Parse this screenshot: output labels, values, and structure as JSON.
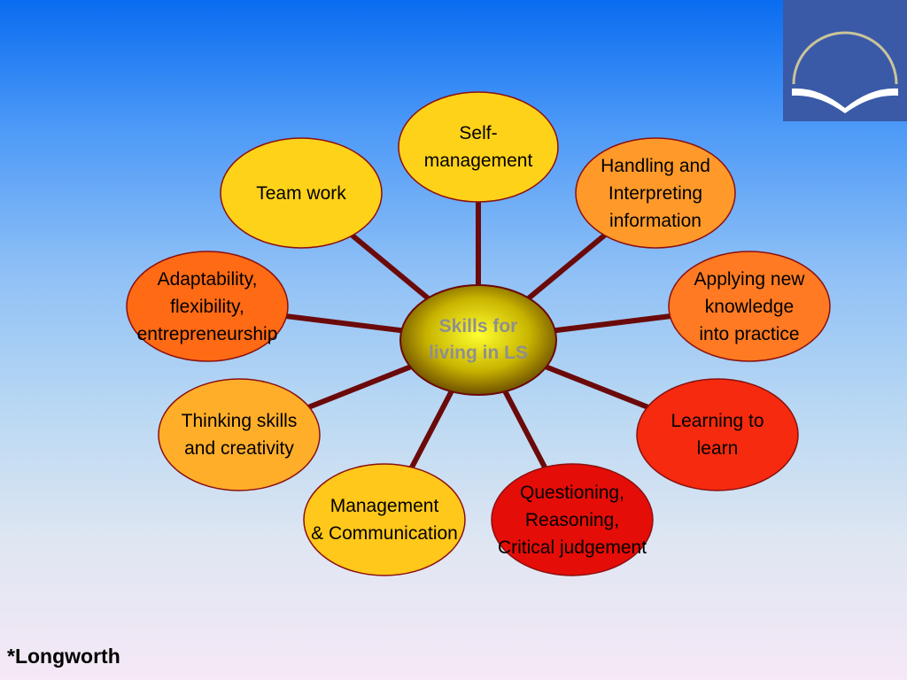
{
  "center": {
    "label": "Skills for\nliving in LS"
  },
  "nodes": [
    {
      "id": "self-management",
      "label": "Self-\nmanagement",
      "fill": "#ffd21a"
    },
    {
      "id": "handling-interpreting",
      "label": "Handling and\nInterpreting\ninformation",
      "fill": "#ff9a2a"
    },
    {
      "id": "applying-knowledge",
      "label": "Applying new\nknowledge\ninto practice",
      "fill": "#ff7a22"
    },
    {
      "id": "learning-to-learn",
      "label": "Learning to\nlearn",
      "fill": "#f52a0e"
    },
    {
      "id": "questioning-reasoning",
      "label": "Questioning,\nReasoning,\nCritical judgement",
      "fill": "#e50d08"
    },
    {
      "id": "management-communication",
      "label": "Management\n& Communication",
      "fill": "#ffc81a"
    },
    {
      "id": "thinking-skills",
      "label": "Thinking skills\nand creativity",
      "fill": "#ffae2a"
    },
    {
      "id": "adaptability",
      "label": "Adaptability,\nflexibility,\nentrepreneurship",
      "fill": "#ff6a14"
    },
    {
      "id": "team-work",
      "label": "Team work",
      "fill": "#ffd21a"
    }
  ],
  "colors": {
    "spoke": "#6b0a0a",
    "node_border": "#8a1010",
    "logo_bg": "#3a5aa8"
  },
  "logo": {
    "icon": "open-book-arch-logo"
  },
  "footnote": "*Longworth"
}
